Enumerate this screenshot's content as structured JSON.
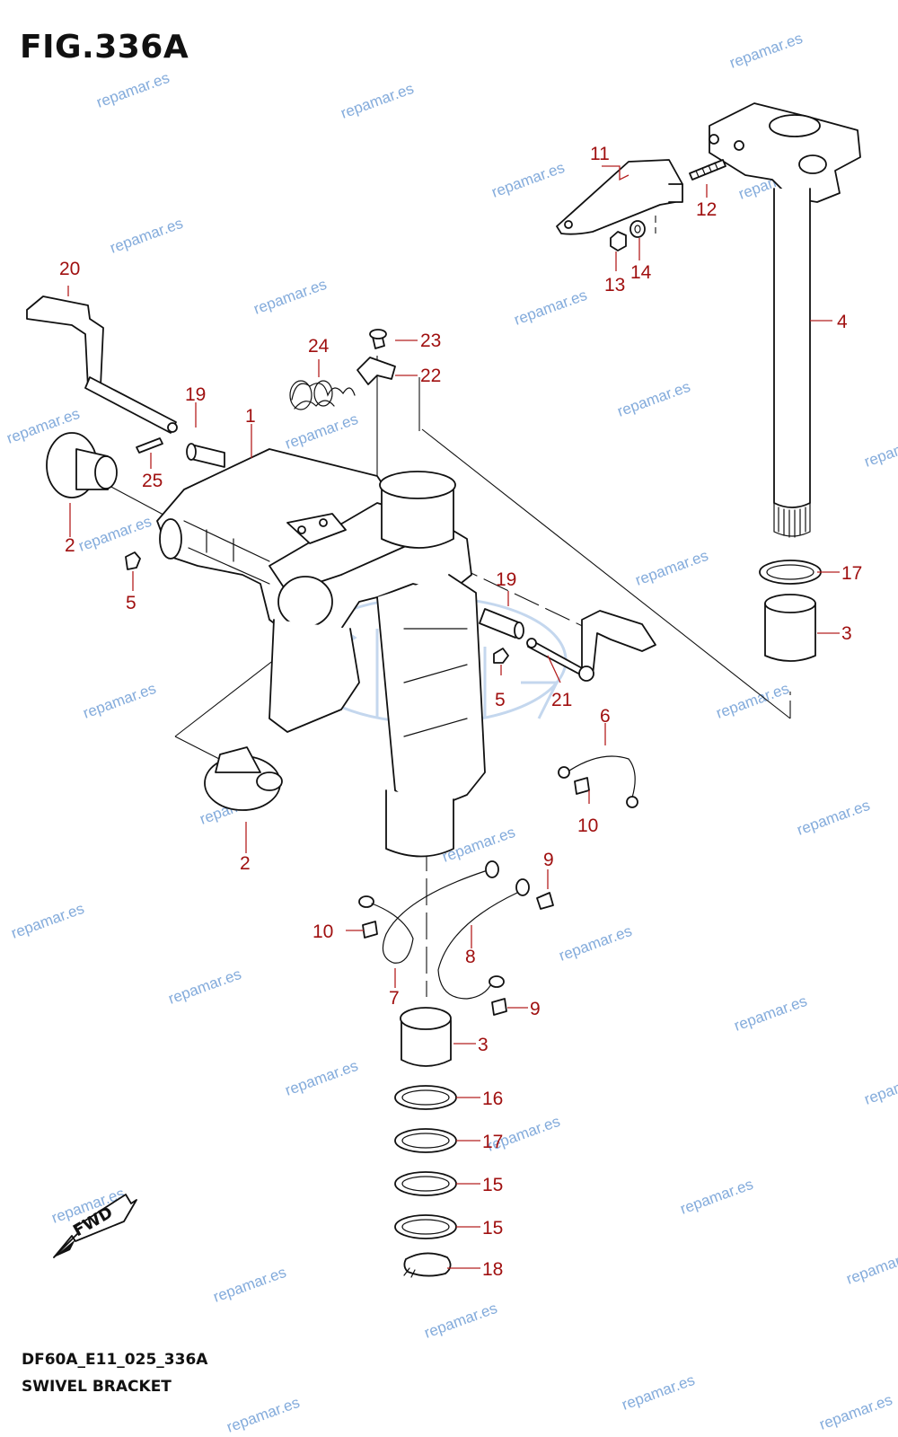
{
  "figure": {
    "title": "FIG.336A",
    "code": "DF60A_E11_025_336A",
    "name": "SWIVEL BRACKET",
    "fwd_label": "FWD"
  },
  "watermark": {
    "text": "repamar.es",
    "color": "#5a8fd0"
  },
  "colors": {
    "callout": "#a01010",
    "line": "#111111"
  },
  "callouts": [
    {
      "id": "c1",
      "label": "1"
    },
    {
      "id": "c2a",
      "label": "2"
    },
    {
      "id": "c2b",
      "label": "2"
    },
    {
      "id": "c3a",
      "label": "3"
    },
    {
      "id": "c3b",
      "label": "3"
    },
    {
      "id": "c4",
      "label": "4"
    },
    {
      "id": "c5a",
      "label": "5"
    },
    {
      "id": "c5b",
      "label": "5"
    },
    {
      "id": "c6",
      "label": "6"
    },
    {
      "id": "c7",
      "label": "7"
    },
    {
      "id": "c8",
      "label": "8"
    },
    {
      "id": "c9a",
      "label": "9"
    },
    {
      "id": "c9b",
      "label": "9"
    },
    {
      "id": "c10a",
      "label": "10"
    },
    {
      "id": "c10b",
      "label": "10"
    },
    {
      "id": "c11",
      "label": "11"
    },
    {
      "id": "c12",
      "label": "12"
    },
    {
      "id": "c13",
      "label": "13"
    },
    {
      "id": "c14",
      "label": "14"
    },
    {
      "id": "c15a",
      "label": "15"
    },
    {
      "id": "c15b",
      "label": "15"
    },
    {
      "id": "c16",
      "label": "16"
    },
    {
      "id": "c17a",
      "label": "17"
    },
    {
      "id": "c17b",
      "label": "17"
    },
    {
      "id": "c18",
      "label": "18"
    },
    {
      "id": "c19a",
      "label": "19"
    },
    {
      "id": "c19b",
      "label": "19"
    },
    {
      "id": "c20",
      "label": "20"
    },
    {
      "id": "c21",
      "label": "21"
    },
    {
      "id": "c22",
      "label": "22"
    },
    {
      "id": "c23",
      "label": "23"
    },
    {
      "id": "c24",
      "label": "24"
    },
    {
      "id": "c25",
      "label": "25"
    }
  ]
}
